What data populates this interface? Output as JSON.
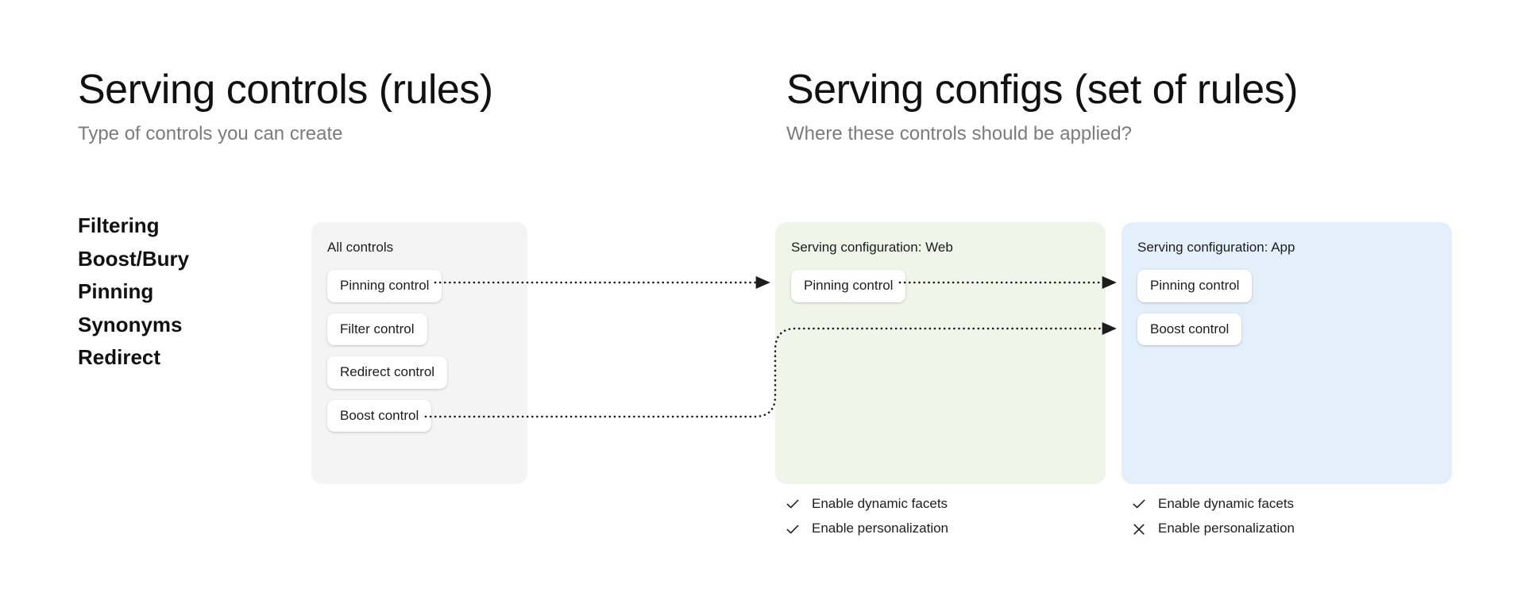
{
  "columns": {
    "left": {
      "title": "Serving controls (rules)",
      "subtitle": "Type of controls you can create"
    },
    "right": {
      "title": "Serving configs (set of rules)",
      "subtitle": "Where these controls should be applied?"
    }
  },
  "control_types": [
    {
      "label": "Filtering"
    },
    {
      "label": "Boost/Bury"
    },
    {
      "label": "Pinning"
    },
    {
      "label": "Synonyms"
    },
    {
      "label": "Redirect"
    }
  ],
  "cards": {
    "all_controls": {
      "title": "All controls",
      "background": "#f4f4f4",
      "chips": [
        {
          "label": "Pinning control"
        },
        {
          "label": "Filter control"
        },
        {
          "label": "Redirect control"
        },
        {
          "label": "Boost control"
        }
      ]
    },
    "config_web": {
      "title": "Serving configuration: Web",
      "background": "#eff5e9",
      "chips": [
        {
          "label": "Pinning control"
        }
      ],
      "settings": [
        {
          "label": "Enable dynamic facets",
          "icon": "check-icon",
          "state": "enabled"
        },
        {
          "label": "Enable personalization",
          "icon": "check-icon",
          "state": "enabled"
        }
      ]
    },
    "config_app": {
      "title": "Serving configuration: App",
      "background": "#e3effb",
      "chips": [
        {
          "label": "Pinning control"
        },
        {
          "label": "Boost control"
        }
      ],
      "settings": [
        {
          "label": "Enable dynamic facets",
          "icon": "check-icon",
          "state": "enabled"
        },
        {
          "label": "Enable personalization",
          "icon": "cross-icon",
          "state": "disabled"
        }
      ]
    }
  },
  "connectors": {
    "style": "dotted",
    "color": "#1d1d1d",
    "edges": [
      {
        "from": "all-controls.pinning-control",
        "to": "config-web.pinning-control"
      },
      {
        "from": "config-web.pinning-control",
        "to": "config-app.pinning-control"
      },
      {
        "from": "all-controls.boost-control",
        "to": "config-app.boost-control"
      }
    ]
  },
  "colors": {
    "text_primary": "#111111",
    "text_muted": "#7b7b7b",
    "card_neutral": "#f4f4f4",
    "card_green": "#eff5e9",
    "card_blue": "#e3effb",
    "chip": "#ffffff",
    "connector": "#1d1d1d"
  }
}
